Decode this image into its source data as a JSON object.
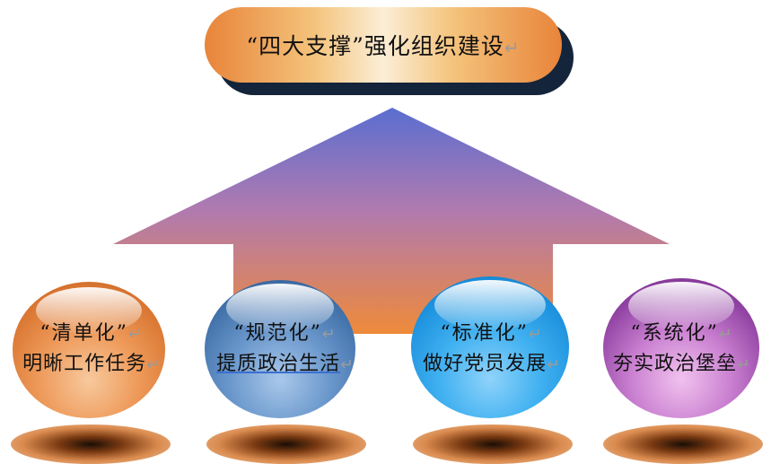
{
  "title": {
    "text": "“四大支撑”强化组织建设",
    "para_mark": "↵"
  },
  "colors": {
    "title_pill_mid": "#fbeed6",
    "title_pill_edge": "#e8843a",
    "title_shadow": "#14243a",
    "arrow_top": "#5a6ed0",
    "arrow_mid": "#b07ab0",
    "arrow_bottom": "#ee8a3a"
  },
  "pillars": [
    {
      "heading": "“清单化”",
      "subtitle": "明晰工作任务",
      "para_mark": "↵",
      "color_scheme": "orange",
      "base_color": "#e4873e"
    },
    {
      "heading": "“规范化”",
      "subtitle": "提质政治生活",
      "para_mark": "↵",
      "color_scheme": "steel-blue",
      "base_color": "#3f6fa8"
    },
    {
      "heading": "“标准化”",
      "subtitle": "做好党员发展",
      "para_mark": "↵",
      "color_scheme": "bright-blue",
      "base_color": "#1a8fdc"
    },
    {
      "heading": "“系统化”",
      "subtitle": "夯实政治堡垒",
      "para_mark": "↵",
      "color_scheme": "purple",
      "base_color": "#8d3fa0"
    }
  ]
}
